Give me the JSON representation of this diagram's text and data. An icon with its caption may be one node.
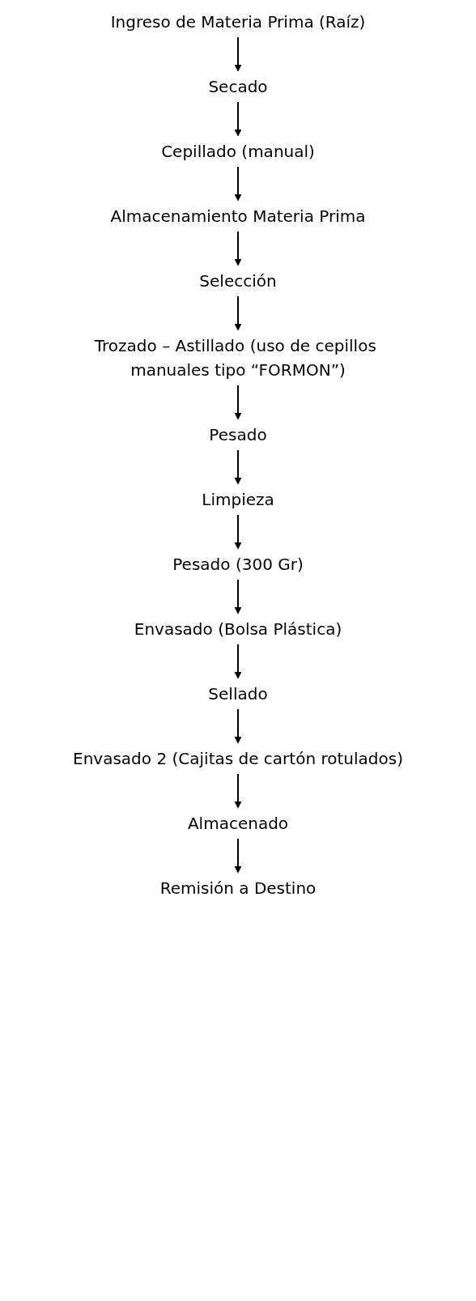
{
  "diagram": {
    "nodes": [
      {
        "text": [
          "Ingreso de Materia Prima (Raíz)"
        ]
      },
      {
        "text": [
          "Secado"
        ]
      },
      {
        "text": [
          "Cepillado (manual)"
        ]
      },
      {
        "text": [
          "Almacenamiento Materia Prima"
        ]
      },
      {
        "text": [
          "Selección"
        ]
      },
      {
        "text": [
          "Trozado – Astillado (uso de cepillos manuales tipo “FORMON”)"
        ]
      },
      {
        "text": [
          "Pesado"
        ]
      },
      {
        "text": [
          "Limpieza"
        ]
      },
      {
        "text": [
          "Pesado (300 Gr)"
        ]
      },
      {
        "text": [
          "Envasado (Bolsa Plástica)"
        ]
      },
      {
        "text": [
          "Sellado"
        ]
      },
      {
        "text": [
          "Envasado 2 (Cajitas de cartón rotulados)"
        ]
      },
      {
        "text": [
          "Almacenado"
        ]
      },
      {
        "text": [
          "Remisión a Destino"
        ]
      }
    ],
    "edges": [
      {
        "from": 0,
        "to": 1,
        "arrow": "to"
      },
      {
        "from": 1,
        "to": 2,
        "arrow": "to"
      },
      {
        "from": 2,
        "to": 3,
        "arrow": "to"
      },
      {
        "from": 3,
        "to": 4,
        "arrow": "to"
      },
      {
        "from": 4,
        "to": 5,
        "arrow": "to"
      },
      {
        "from": 5,
        "to": 6,
        "arrow": "to"
      },
      {
        "from": 6,
        "to": 7,
        "arrow": "to"
      },
      {
        "from": 7,
        "to": 8,
        "arrow": "to"
      },
      {
        "from": 8,
        "to": 9,
        "arrow": "to"
      },
      {
        "from": 9,
        "to": 10,
        "arrow": "to"
      },
      {
        "from": 10,
        "to": 11,
        "arrow": "to"
      },
      {
        "from": 11,
        "to": 12,
        "arrow": "to"
      },
      {
        "from": 12,
        "to": 13,
        "arrow": "to"
      }
    ]
  }
}
